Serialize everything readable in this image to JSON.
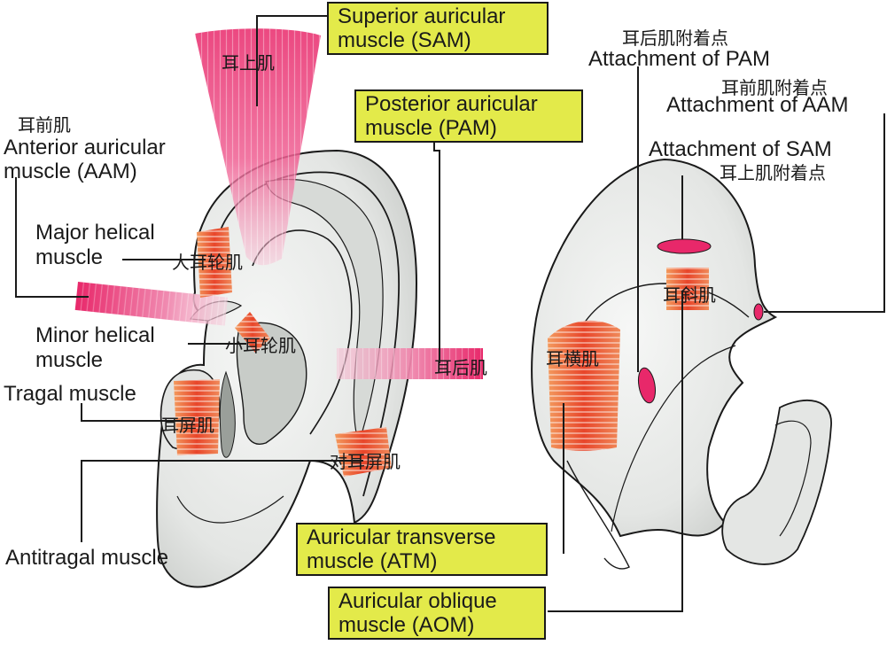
{
  "colors": {
    "callout_fill": "#e3ea4a",
    "muscle_red": "#e8452a",
    "muscle_pink": "#e8286a",
    "ear_fill": "#e9ebe9",
    "outline": "#1a1a1a"
  },
  "callouts": {
    "sam": {
      "line1": "Superior auricular",
      "line2": "muscle (SAM)"
    },
    "pam": {
      "line1": "Posterior auricular",
      "line2": "muscle (PAM)"
    },
    "atm": {
      "line1": "Auricular transverse",
      "line2": "muscle (ATM)"
    },
    "aom": {
      "line1": "Auricular oblique",
      "line2": "muscle (AOM)"
    }
  },
  "left_labels": {
    "aam_cn": "耳前肌",
    "aam_line1": "Anterior auricular",
    "aam_line2": "muscle (AAM)",
    "major_line1": "Major  helical",
    "major_line2": "muscle",
    "minor_line1": "Minor  helical",
    "minor_line2": "muscle",
    "tragal": "Tragal muscle",
    "antitragal": "Antitragal muscle"
  },
  "right_labels": {
    "pam_attach_cn": "耳后肌附着点",
    "pam_attach_en": "Attachment of PAM",
    "aam_attach_cn": "耳前肌附着点",
    "aam_attach_en": "Attachment of AAM",
    "sam_attach_en": "Attachment of SAM",
    "sam_attach_cn": "耳上肌附着点"
  },
  "overlay_labels": {
    "sam_cn": "耳上肌",
    "major_cn": "大耳轮肌",
    "minor_cn": "小耳轮肌",
    "pam_cn": "耳后肌",
    "tragal_cn": "耳屏肌",
    "antitragal_cn": "对耳屏肌",
    "transverse_cn": "耳横肌",
    "oblique_cn": "耳斜肌"
  }
}
